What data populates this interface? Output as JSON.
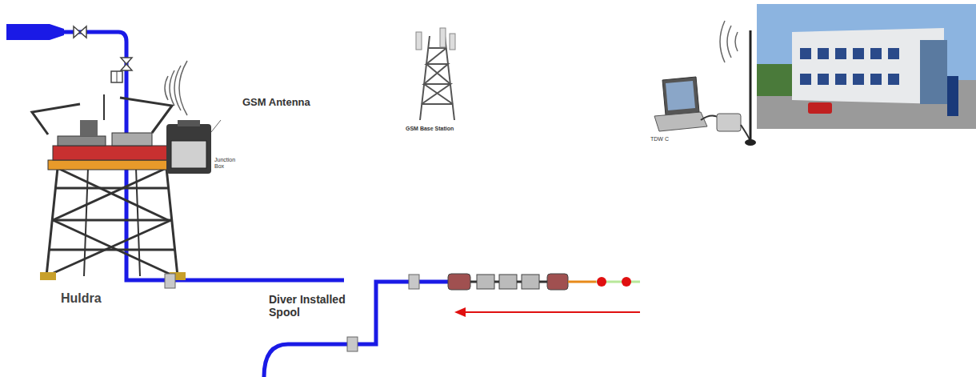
{
  "diagram": {
    "labels": [
      "GSM Antenna",
      "GSM Base Station",
      "Huldra",
      "Diver Installed Spool",
      "Junction Box",
      "TDW C"
    ]
  }
}
